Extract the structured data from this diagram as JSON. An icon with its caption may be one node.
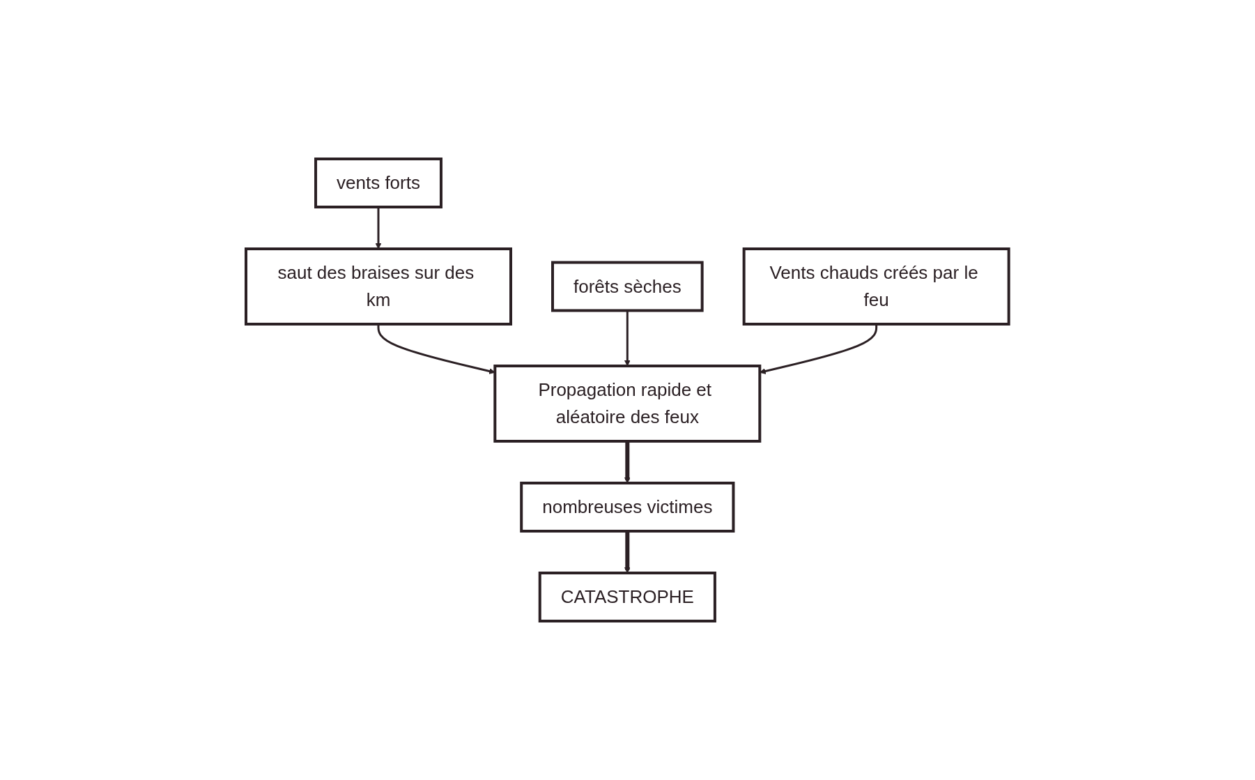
{
  "diagram": {
    "nodes": [
      {
        "text": [
          "vents forts"
        ]
      },
      {
        "text": [
          "saut des braises sur des km"
        ]
      },
      {
        "text": [
          "forêts sèches"
        ]
      },
      {
        "text": [
          "Vents chauds créés par le feu"
        ]
      },
      {
        "text": [
          "Propagation rapide et aléatoire des feux"
        ]
      },
      {
        "text": [
          "nombreuses victimes"
        ]
      },
      {
        "text": [
          "CATASTROPHE"
        ]
      }
    ],
    "edges": [
      {
        "from": 0,
        "to": 1,
        "arrow": "to"
      },
      {
        "from": 1,
        "to": 4,
        "arrow": "to"
      },
      {
        "from": 2,
        "to": 4,
        "arrow": "to"
      },
      {
        "from": 3,
        "to": 4,
        "arrow": "to"
      },
      {
        "from": 4,
        "to": 5,
        "arrow": "to",
        "style": "thick"
      },
      {
        "from": 5,
        "to": 6,
        "arrow": "to",
        "style": "thick"
      }
    ]
  }
}
